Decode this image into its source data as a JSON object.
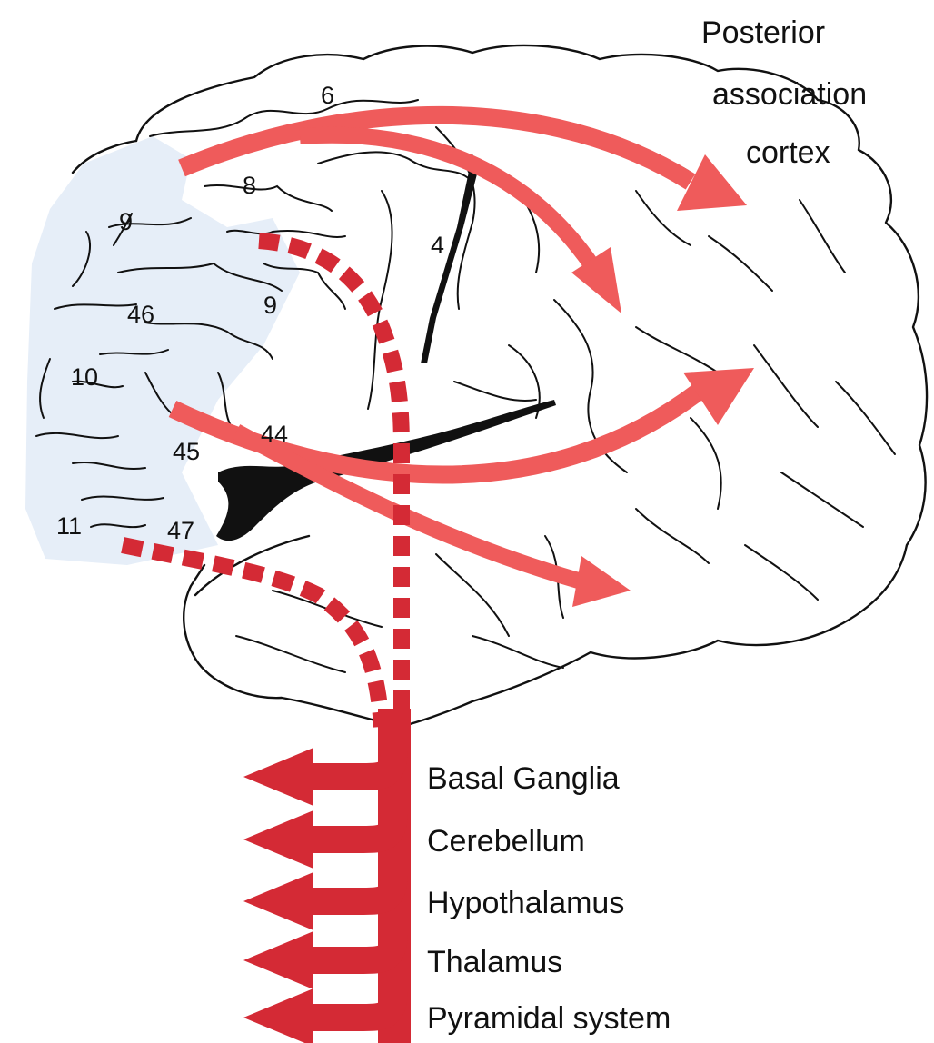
{
  "diagram": {
    "areas": {
      "area_6": "6",
      "area_8": "8",
      "area_9_upper": "9",
      "area_9_lower": "9",
      "area_4": "4",
      "area_46": "46",
      "area_10": "10",
      "area_45": "45",
      "area_44": "44",
      "area_11": "11",
      "area_47": "47"
    },
    "posterior_label": [
      "Posterior",
      "association",
      "cortex"
    ],
    "targets": [
      "Basal Ganglia",
      "Cerebellum",
      "Hypothalamus",
      "Thalamus",
      "Pyramidal system"
    ],
    "colors": {
      "cortical_arrow": "#ef5b5b",
      "subcortical_arrow": "#d42a35",
      "prefrontal_shade": "#e6eef8",
      "outline": "#111111"
    }
  }
}
